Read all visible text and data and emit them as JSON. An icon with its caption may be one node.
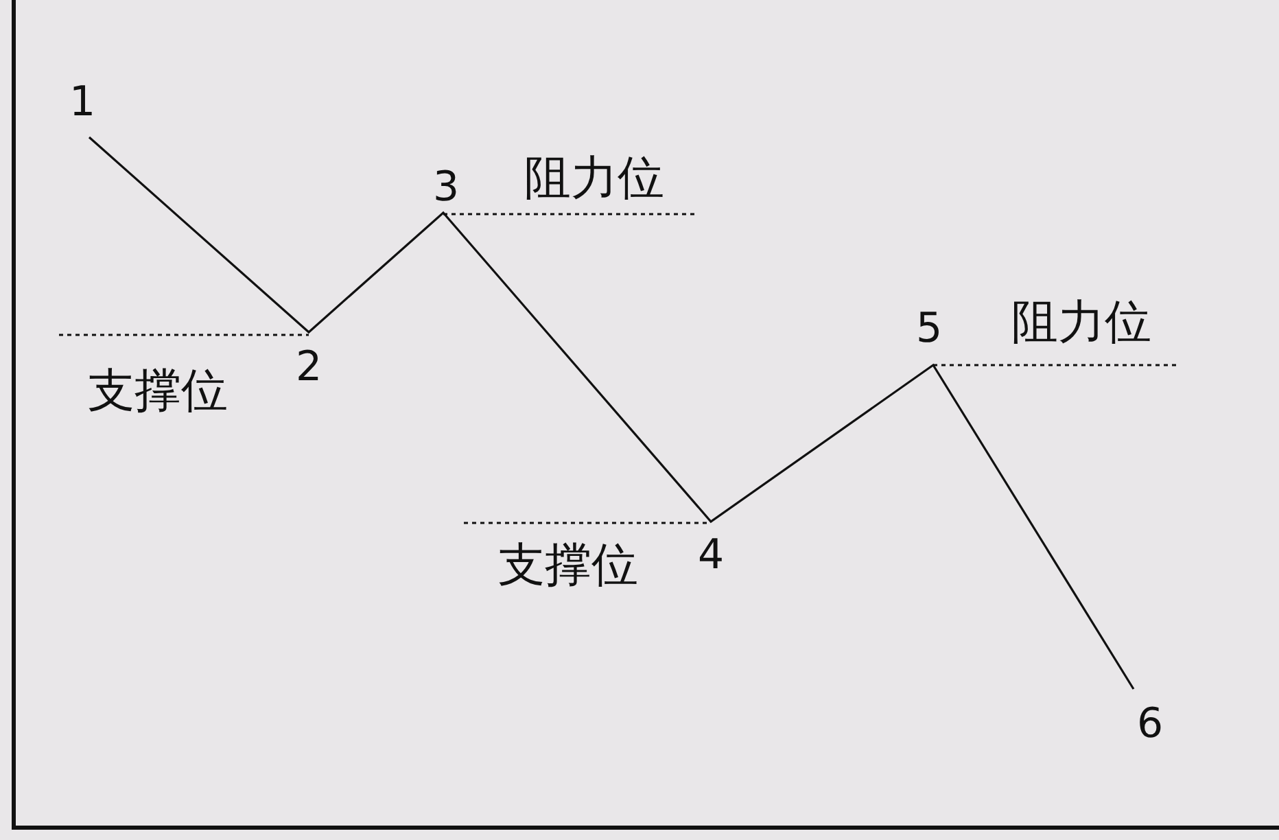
{
  "diagram": {
    "labels": [
      "1",
      "3",
      "阻力位",
      "5",
      "阻力位",
      "2",
      "支撑位",
      "支撑位",
      "4",
      "6"
    ]
  }
}
